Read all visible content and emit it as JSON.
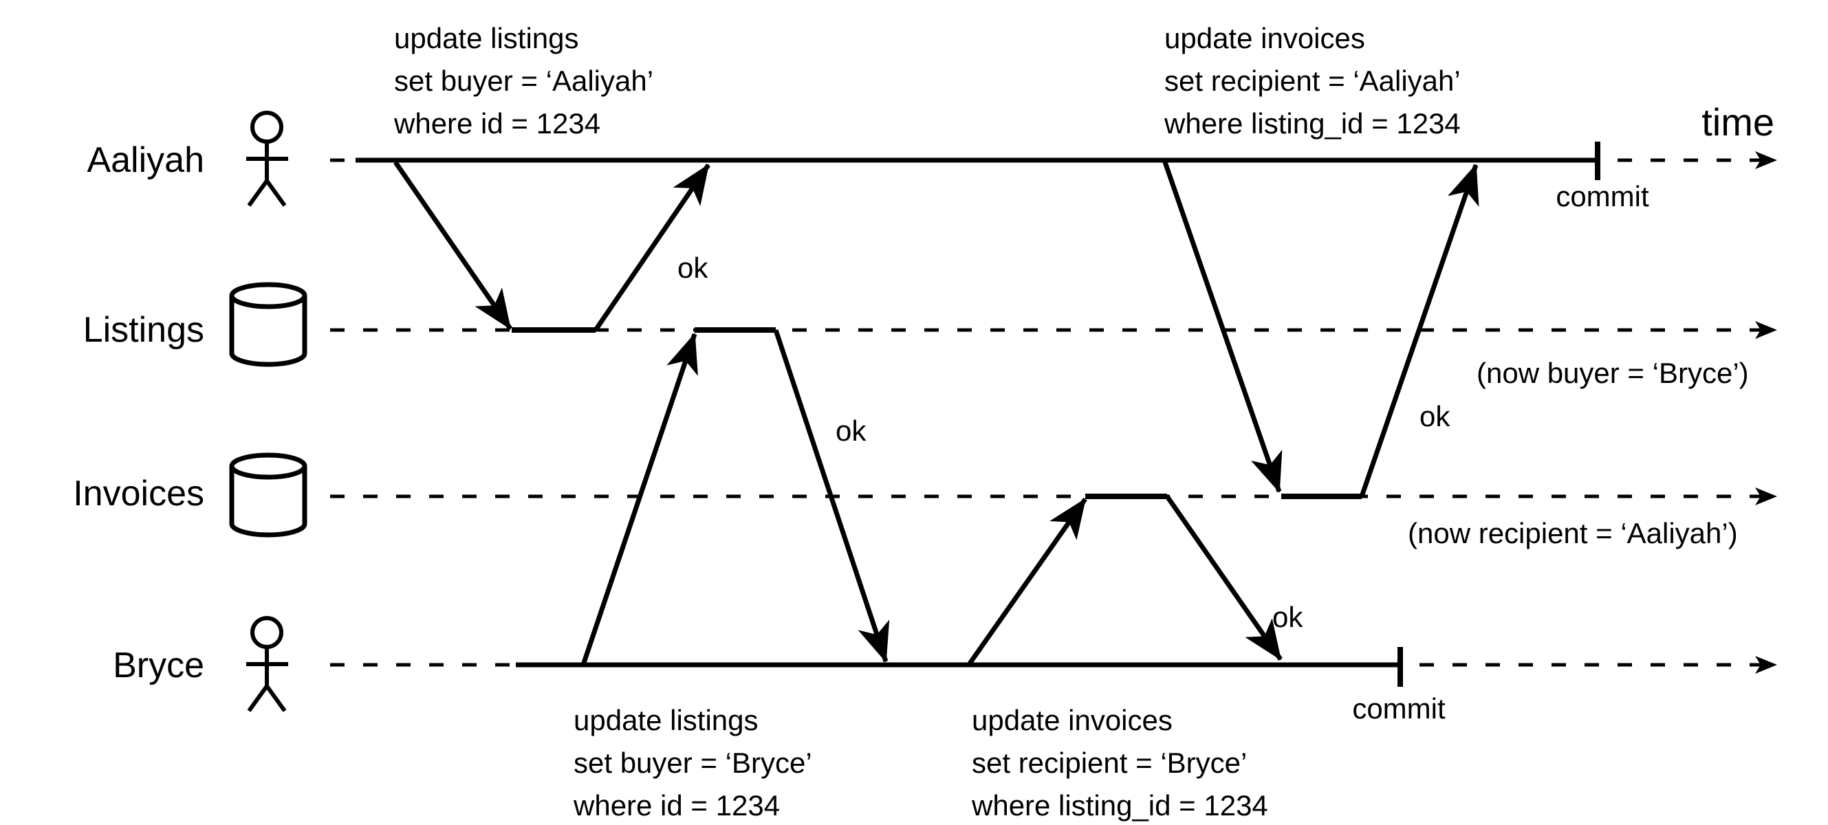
{
  "colors": {
    "ink": "#000000",
    "background": "#ffffff"
  },
  "axis": {
    "time_label": "time"
  },
  "actors": [
    {
      "id": "aaliyah",
      "label": "Aaliyah",
      "icon": "person-icon"
    },
    {
      "id": "listings",
      "label": "Listings",
      "icon": "database-icon"
    },
    {
      "id": "invoices",
      "label": "Invoices",
      "icon": "database-icon"
    },
    {
      "id": "bryce",
      "label": "Bryce",
      "icon": "person-icon"
    }
  ],
  "transactions": {
    "aaliyah": {
      "commit_label": "commit",
      "update_listings": [
        "update listings",
        "set buyer = ‘Aaliyah’",
        "where id = 1234"
      ],
      "update_invoices": [
        "update invoices",
        "set recipient = ‘Aaliyah’",
        "where listing_id = 1234"
      ]
    },
    "bryce": {
      "commit_label": "commit",
      "update_listings": [
        "update listings",
        "set buyer = ‘Bryce’",
        "where id = 1234"
      ],
      "update_invoices": [
        "update invoices",
        "set recipient = ‘Bryce’",
        "where listing_id = 1234"
      ]
    }
  },
  "replies": {
    "ok_listings_to_aaliyah": "ok",
    "ok_listings_to_bryce": "ok",
    "ok_invoices_to_bryce": "ok",
    "ok_invoices_to_aaliyah": "ok"
  },
  "outcomes": {
    "listings": "(now buyer = ‘Bryce’)",
    "invoices": "(now recipient = ‘Aaliyah’)"
  }
}
